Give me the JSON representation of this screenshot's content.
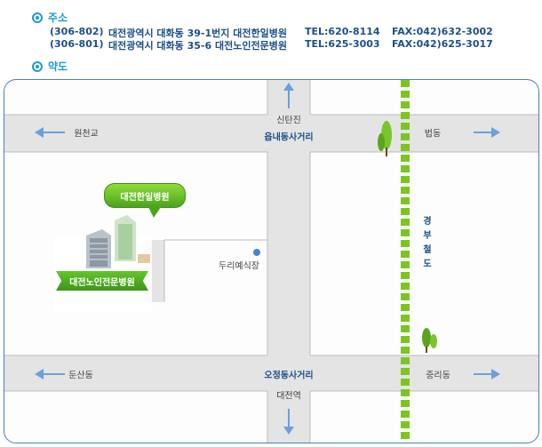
{
  "address_section": {
    "title": "주소",
    "rows": [
      {
        "postal": "(306-802)",
        "address": "대전광역시 대화동 39-1번지 대전한일병원",
        "tel": "TEL:620-8114",
        "fax": "FAX:042)632-3002"
      },
      {
        "postal": "(306-801)",
        "address": "대전광역시 대화동 35-6 대전노인전문병원",
        "tel": "TEL:625-3003",
        "fax": "FAX:042)625-3017"
      }
    ]
  },
  "map_section": {
    "title": "약도",
    "labels": {
      "north": "신탄진",
      "top_intersection": "읍내동사거리",
      "west_top": "원천교",
      "east_top": "법동",
      "bus_stop": "두리예식장",
      "west_bottom": "둔산동",
      "bottom_intersection": "오정동사거리",
      "south": "대전역",
      "east_bottom": "중리동",
      "railway": [
        "경",
        "부",
        "철",
        "도"
      ]
    },
    "hospital_main": "대전한일병원",
    "hospital_elder": "대전노인전문병원",
    "colors": {
      "road": "#e3e3e3",
      "railway": "#7cc520",
      "accent": "#1a9bd7",
      "arrow": "#6aa0dc"
    }
  }
}
